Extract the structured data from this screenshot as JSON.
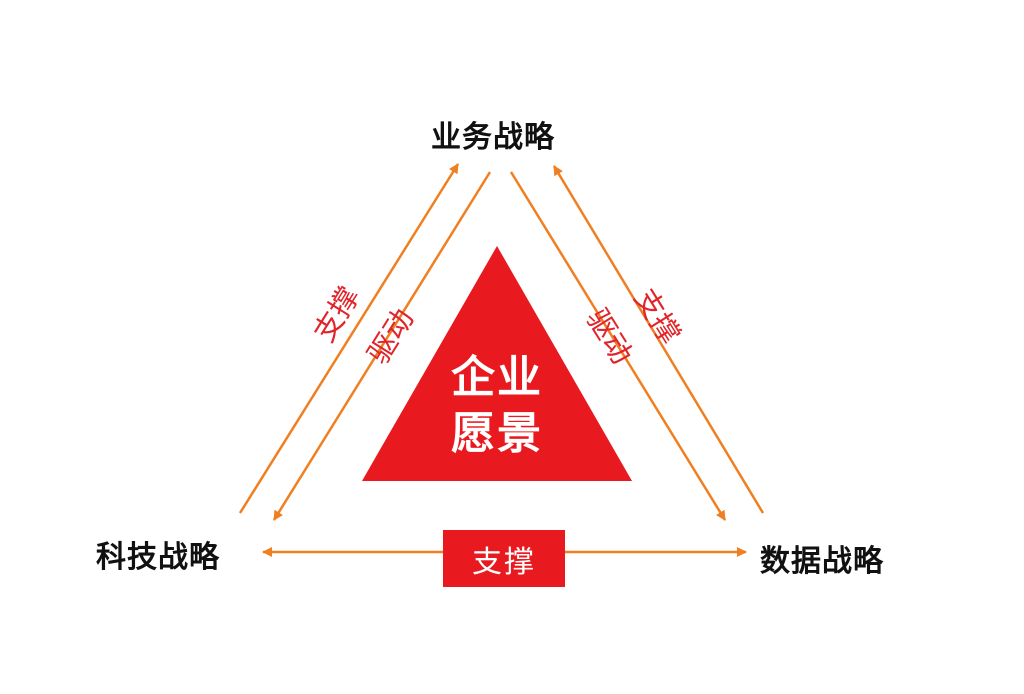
{
  "nodes": {
    "top": "业务战略",
    "left": "科技战略",
    "right": "数据战略"
  },
  "center": {
    "line1": "企业",
    "line2": "愿景"
  },
  "left_edge": {
    "outer_label": "支撑",
    "inner_label": "驱动"
  },
  "right_edge": {
    "outer_label": "支撑",
    "inner_label": "驱动"
  },
  "bottom_edge": {
    "label": "支撑"
  },
  "colors": {
    "arrow": "#f07f22",
    "accent_red": "#e8191f",
    "label_red": "#e0242a"
  }
}
